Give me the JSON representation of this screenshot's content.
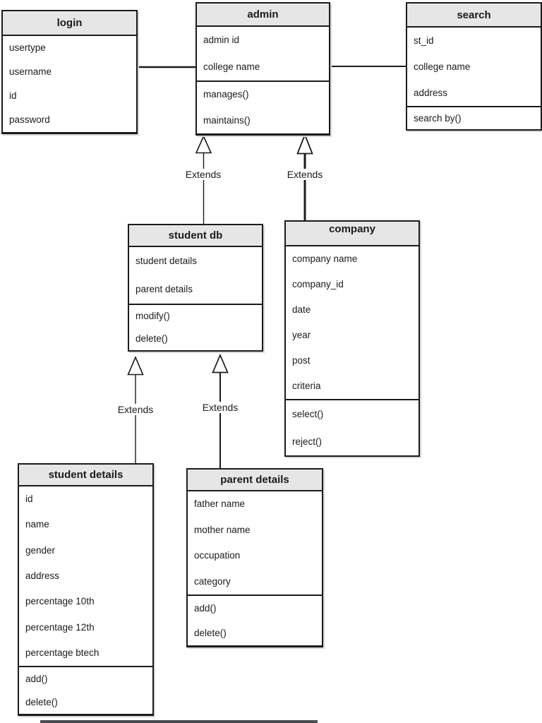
{
  "diagram": {
    "kind": "uml-class-diagram",
    "classes": [
      {
        "id": "login",
        "title": "login",
        "attributes": [
          "usertype",
          "username",
          "id",
          "password"
        ],
        "operations": []
      },
      {
        "id": "admin",
        "title": "admin",
        "attributes": [
          "admin id",
          "college name"
        ],
        "operations": [
          "manages()",
          "maintains()"
        ]
      },
      {
        "id": "search",
        "title": "search",
        "attributes": [
          "st_id",
          "college name",
          "address"
        ],
        "operations": [
          "search by()"
        ]
      },
      {
        "id": "student_db",
        "title": "student db",
        "attributes": [
          "student details",
          "parent details"
        ],
        "operations": [
          "modify()",
          "delete()"
        ]
      },
      {
        "id": "company",
        "title": "company",
        "attributes": [
          "company name",
          "company_id",
          "date",
          "year",
          "post",
          "criteria"
        ],
        "operations": [
          "select()",
          "reject()"
        ]
      },
      {
        "id": "student_details",
        "title": "student details",
        "attributes": [
          "id",
          "name",
          "gender",
          "address",
          "percentage 10th",
          "percentage 12th",
          "percentage btech"
        ],
        "operations": [
          "add()",
          "delete()"
        ]
      },
      {
        "id": "parent_details",
        "title": "parent details",
        "attributes": [
          "father name",
          "mother name",
          "occupation",
          "category"
        ],
        "operations": [
          "add()",
          "delete()"
        ]
      }
    ],
    "relationships": [
      {
        "from": "student db",
        "to": "admin",
        "type": "generalization",
        "label": "Extends"
      },
      {
        "from": "company",
        "to": "admin",
        "type": "generalization",
        "label": "Extends"
      },
      {
        "from": "student details",
        "to": "student db",
        "type": "generalization",
        "label": "Extends"
      },
      {
        "from": "parent details",
        "to": "student db",
        "type": "generalization",
        "label": "Extends"
      },
      {
        "from": "login",
        "to": "admin",
        "type": "association"
      },
      {
        "from": "admin",
        "to": "search",
        "type": "association"
      }
    ],
    "colors": {
      "background": "#ffffff",
      "header_fill": "#e6e6e6",
      "border": "#1b1b1b",
      "text": "#1b1b1b"
    }
  }
}
